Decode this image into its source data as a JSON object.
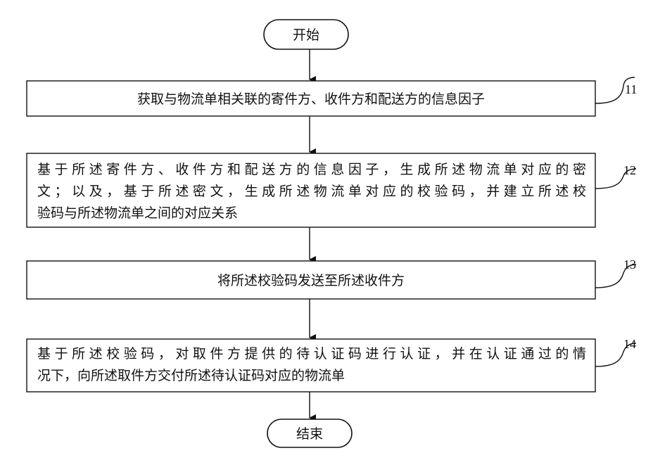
{
  "flowchart": {
    "start": {
      "label": "开始"
    },
    "steps": [
      {
        "id": "11",
        "lines": [
          "获取与物流单相关联的寄件方、收件方和配送方的信息因子"
        ]
      },
      {
        "id": "12",
        "lines": [
          "基于所述寄件方、收件方和配送方的信息因子，生成所述物流单对应的密",
          "文；以及，基于所述密文，生成所述物流单对应的校验码，并建立所述校",
          "验码与所述物流单之间的对应关系"
        ]
      },
      {
        "id": "13",
        "lines": [
          "将所述校验码发送至所述收件方"
        ]
      },
      {
        "id": "14",
        "lines": [
          "基于所述校验码，对取件方提供的待认证码进行认证，并在认证通过的情",
          "况下，向所述取件方交付所述待认证码对应的物流单"
        ]
      }
    ],
    "end": {
      "label": "结束"
    }
  }
}
